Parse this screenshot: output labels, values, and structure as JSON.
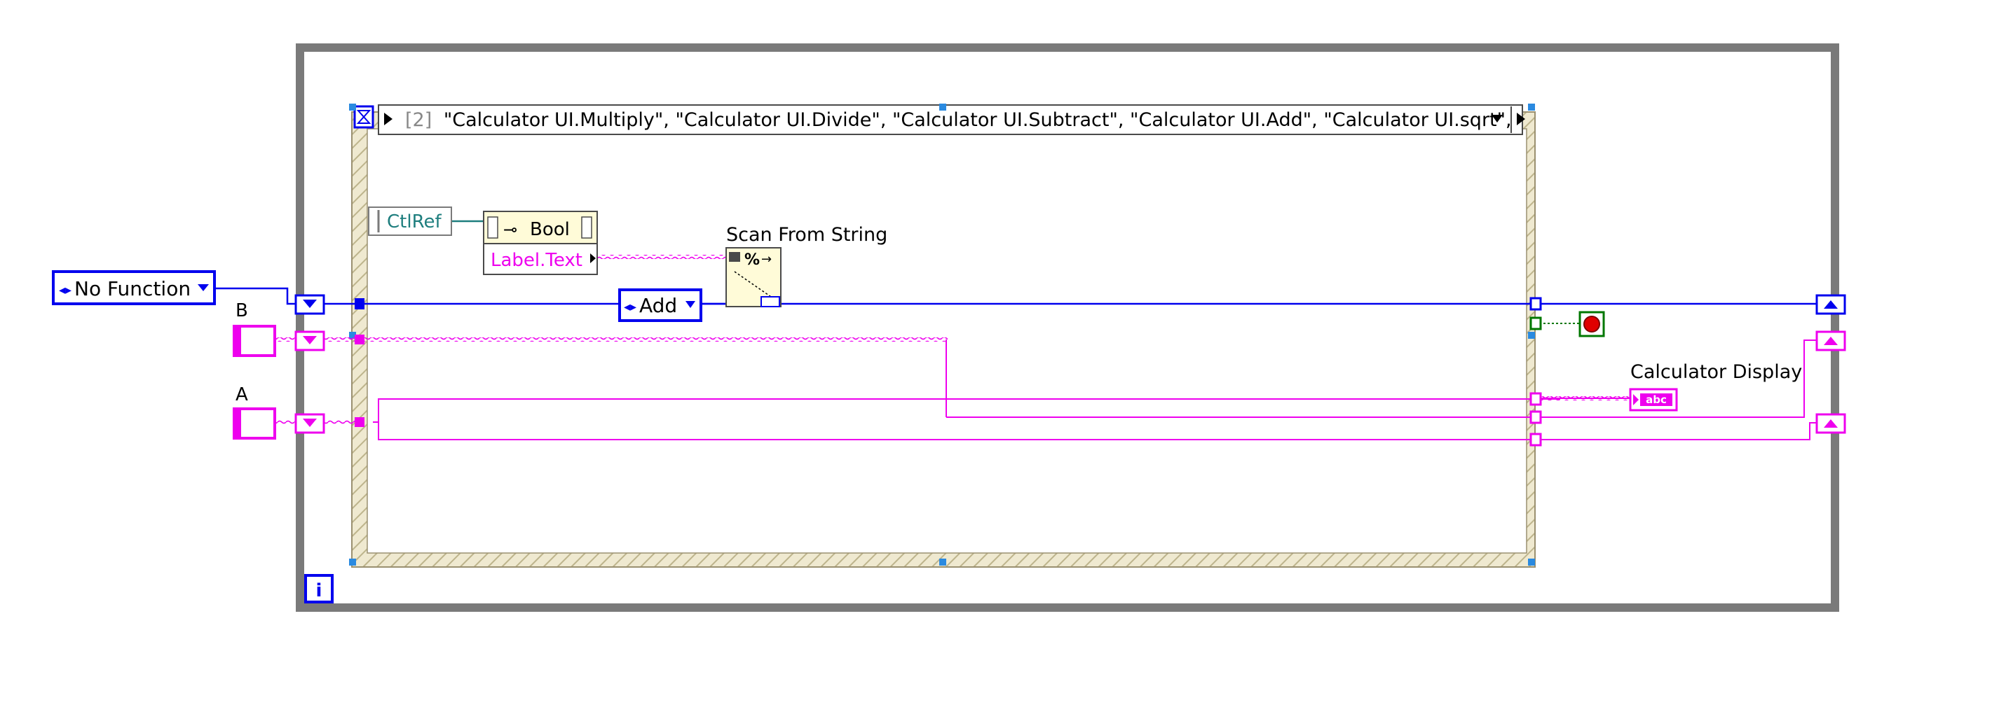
{
  "while_loop": {
    "iteration_terminal": "i"
  },
  "event_structure": {
    "case_index": "[2]",
    "case_events": "\"Calculator UI.Multiply\", \"Calculator UI.Divide\", \"Calculator UI.Subtract\", \"Calculator UI.Add\", \"Calculator UI.sqrt\","
  },
  "nodes": {
    "no_function_enum": "No Function",
    "b_label": "B",
    "a_label": "A",
    "ctlref_label": "CtlRef",
    "bool_label": "Bool",
    "label_text_property": "Label.Text",
    "scan_from_string_label": "Scan From String",
    "scan_from_string_glyph": "%",
    "add_enum": "Add",
    "calculator_display_label": "Calculator Display",
    "calculator_display_glyph": "abc"
  },
  "colors": {
    "enum_blue": "#0000ee",
    "string_pink": "#ee00ee",
    "loop_gray": "#7a7a7a",
    "event_frame": "#d8d2b4",
    "ref_teal": "#1e7e7e",
    "stop_red": "#e00000",
    "bool_green": "#007700"
  }
}
